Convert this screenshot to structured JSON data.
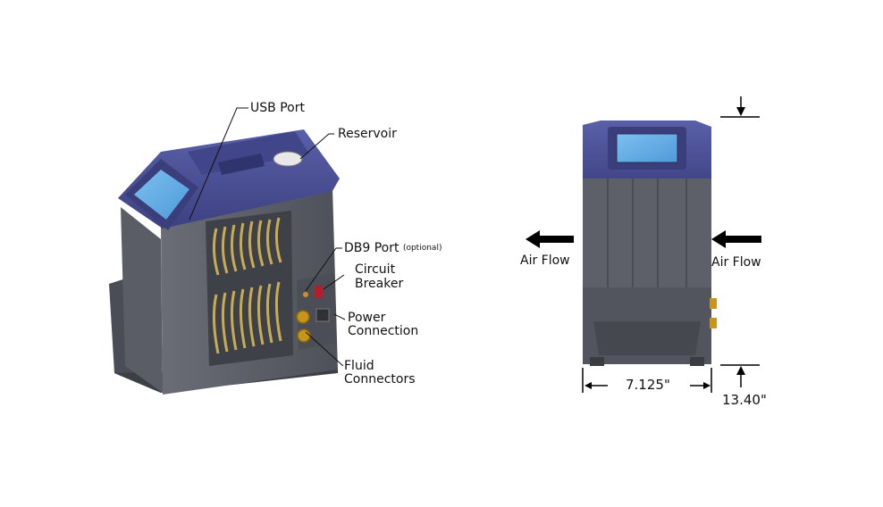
{
  "diagram": {
    "colors": {
      "body": "#5d6069",
      "body_dark": "#3f4249",
      "lid": "#4a4f94",
      "lid_dark": "#363a73",
      "screen": "#63aee8",
      "fan": "#c9ab52",
      "fitting": "#c8951b",
      "breaker": "#b51d2a",
      "arrow": "#000000"
    },
    "labels": {
      "usb_port": "USB Port",
      "reservoir": "Reservoir",
      "db9_port": "DB9 Port",
      "db9_optional": "(optional)",
      "circuit": "Circuit",
      "breaker": "Breaker",
      "power": "Power",
      "connection": "Connection",
      "fluid": "Fluid",
      "connectors": "Connectors"
    },
    "airflow": {
      "left": "Air Flow",
      "right": "Air Flow"
    },
    "dimensions": {
      "width": "7.125\"",
      "height": "13.40\""
    },
    "icons": [
      "arrow-left-icon",
      "arrow-left-icon",
      "arrow-down-icon",
      "arrow-up-icon"
    ]
  }
}
